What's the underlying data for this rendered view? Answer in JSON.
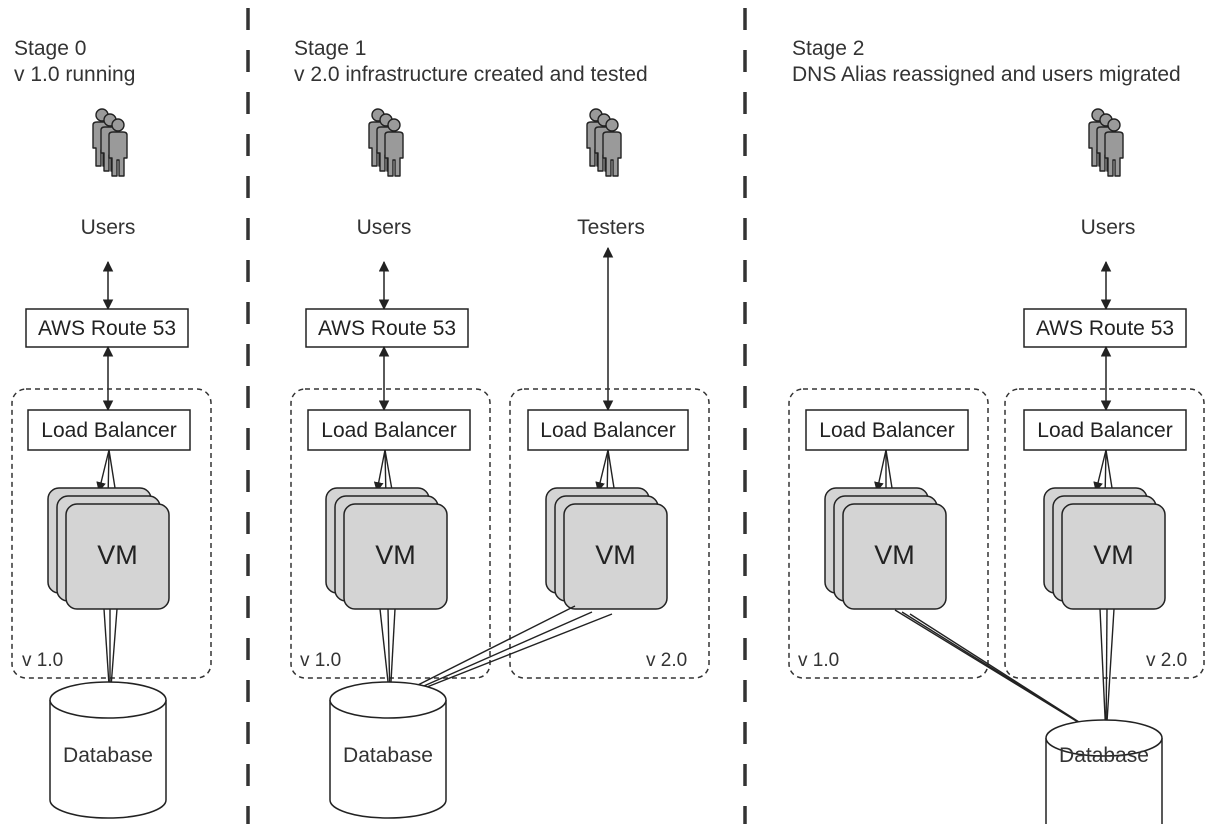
{
  "stages": [
    {
      "title": "Stage 0",
      "subtitle": "v 1.0 running"
    },
    {
      "title": "Stage 1",
      "subtitle": "v 2.0 infrastructure created and tested"
    },
    {
      "title": "Stage 2",
      "subtitle": "DNS Alias reassigned and users migrated"
    }
  ],
  "labels": {
    "users": "Users",
    "testers": "Testers",
    "route53": "AWS Route 53",
    "load_balancer": "Load Balancer",
    "vm": "VM",
    "database": "Database",
    "v1": "v 1.0",
    "v2": "v 2.0"
  },
  "colors": {
    "line": "#222222",
    "vm_fill": "#d4d4d4",
    "person_fill": "#9a9a9a",
    "divider": "#333333"
  }
}
